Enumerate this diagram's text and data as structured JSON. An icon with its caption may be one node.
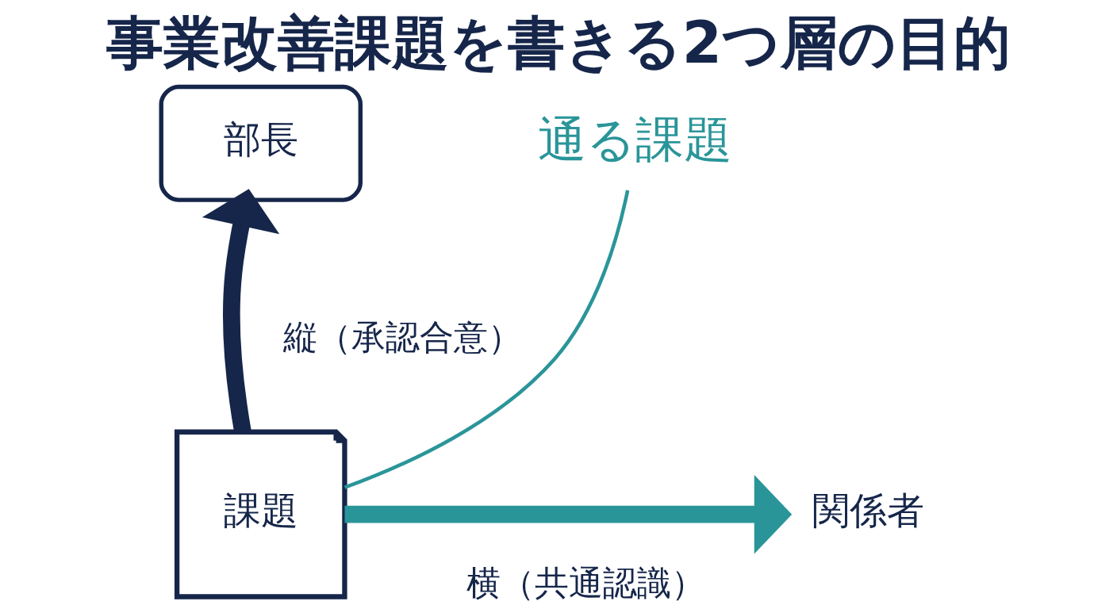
{
  "diagram": {
    "title": "事業改善課題を書きる2つ層の目的",
    "nodes": [
      {
        "text": [
          "部長"
        ]
      },
      {
        "text": [
          "課題"
        ]
      },
      {
        "text": [
          "関係者"
        ]
      },
      {
        "text": [
          "通る課題"
        ]
      }
    ],
    "edges": [
      {
        "from": 1,
        "to": 0,
        "arrow": "to",
        "label": "縦（承認合意）",
        "color": "#16264a"
      },
      {
        "from": 1,
        "to": 2,
        "arrow": "to",
        "label": "横（共通認識）",
        "color": "#2a9599"
      },
      {
        "from": 3,
        "to": 1,
        "arrow": "none",
        "color": "#2a9599"
      }
    ]
  }
}
